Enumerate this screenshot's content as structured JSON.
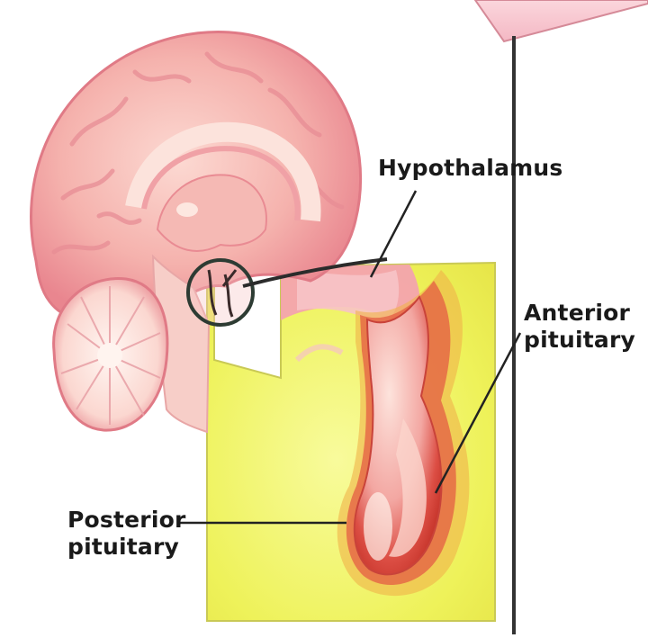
{
  "labels": {
    "hypothalamus": "Hypothalamus",
    "anterior_line1": "Anterior",
    "anterior_line2": "pituitary",
    "posterior_line1": "Posterior",
    "posterior_line2": "pituitary"
  },
  "colors": {
    "brain_pink": "#f2a0a8",
    "brain_light": "#fbd3cf",
    "inset_yellow": "#eef25a",
    "gland_red": "#d8403c",
    "divider": "#333333",
    "corner_tag": "#f7c6cf"
  }
}
